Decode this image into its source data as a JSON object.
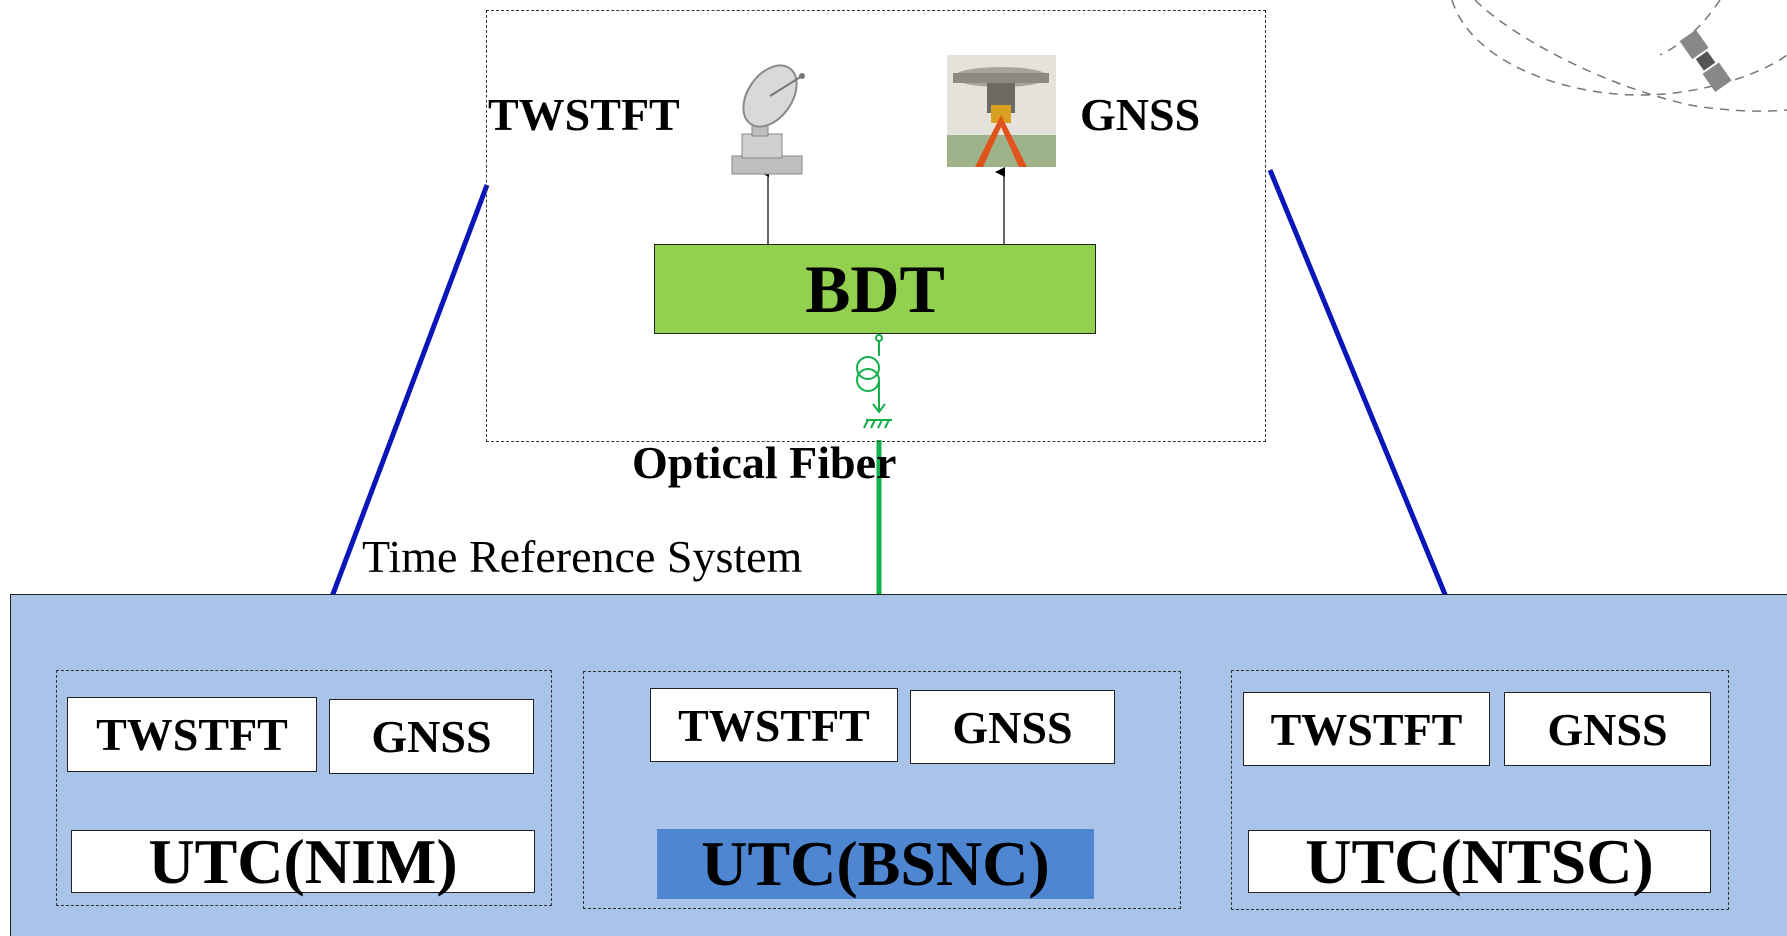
{
  "top": {
    "twstft_label": "TWSTFT",
    "gnss_label": "GNSS",
    "bdt_label": "BDT",
    "fiber_label": "Optical Fiber",
    "antenna_icon": "satellite-dish-icon",
    "gnss_icon": "gnss-receiver-antenna-icon"
  },
  "system": {
    "title": "Time Reference System",
    "labs": [
      {
        "twstft": "TWSTFT",
        "gnss": "GNSS",
        "utc": "UTC(NIM)"
      },
      {
        "twstft": "TWSTFT",
        "gnss": "GNSS",
        "utc": "UTC(BSNC)"
      },
      {
        "twstft": "TWSTFT",
        "gnss": "GNSS",
        "utc": "UTC(NTSC)"
      }
    ]
  },
  "colors": {
    "bdt_fill": "#92d050",
    "system_fill": "#a9c4e8",
    "utc_bsnc_fill": "#4f86d1",
    "blue_link": "#0a16b8",
    "fiber_green": "#12b04a"
  }
}
